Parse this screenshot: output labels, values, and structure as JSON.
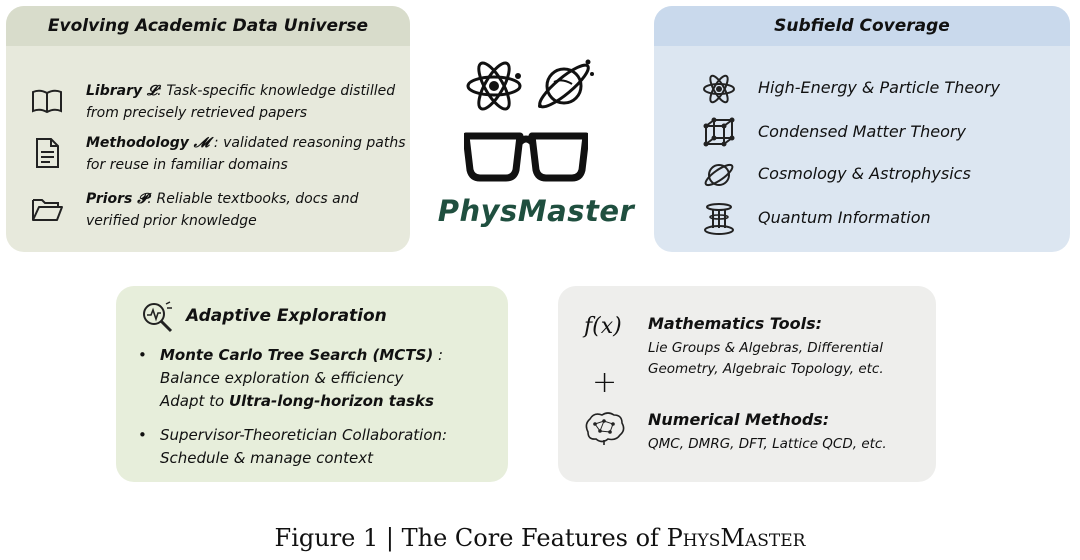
{
  "academic": {
    "title": "Evolving Academic Data Universe",
    "items": [
      {
        "name": "Library 𝓛",
        "desc": ": Task-specific knowledge distilled from precisely retrieved papers",
        "icon": "book-icon"
      },
      {
        "name": "Methodology 𝓜",
        "desc": " : validated reasoning paths for reuse in familiar domains",
        "icon": "document-icon"
      },
      {
        "name": "Priors 𝓟",
        "desc": ": Reliable textbooks, docs and verified prior knowledge",
        "icon": "folder-icon"
      }
    ]
  },
  "subfield": {
    "title": "Subfield Coverage",
    "items": [
      {
        "label": "High-Energy & Particle Theory",
        "icon": "atom-icon"
      },
      {
        "label": "Condensed Matter Theory",
        "icon": "lattice-cube-icon"
      },
      {
        "label": "Cosmology & Astrophysics",
        "icon": "planet-icon"
      },
      {
        "label": "Quantum Information",
        "icon": "quantum-chip-icon"
      }
    ]
  },
  "logo": {
    "text": "PhysMaster"
  },
  "exploration": {
    "title": "Adaptive Exploration",
    "bullet1": "Monte Carlo Tree Search (MCTS)",
    "bullet1_suffix": " :",
    "sub1": "Balance exploration & efficiency",
    "sub2_prefix": "Adapt to ",
    "sub2_bold": "Ultra-long-horizon tasks",
    "bullet2": "Supervisor-Theoretician Collaboration:",
    "sub3": "Schedule & manage context"
  },
  "tools": {
    "math_title": "Mathematics Tools:",
    "math_desc": "Lie Groups & Algebras, Differential Geometry, Algebraic Topology, etc.",
    "num_title": "Numerical Methods:",
    "num_desc": "QMC, DMRG, DFT, Lattice QCD, etc.",
    "fx_symbol": "f(x)",
    "plus_symbol": "+"
  },
  "caption": {
    "prefix": "Figure 1 | The Core Features of ",
    "name": "PhysMaster"
  },
  "colors": {
    "academic_bg": "#e7e9dc",
    "subfield_bg": "#dce6f1",
    "exploration_bg": "#e7eedb",
    "tools_bg": "#eeeeec",
    "logo_text": "#1f4f3f"
  }
}
